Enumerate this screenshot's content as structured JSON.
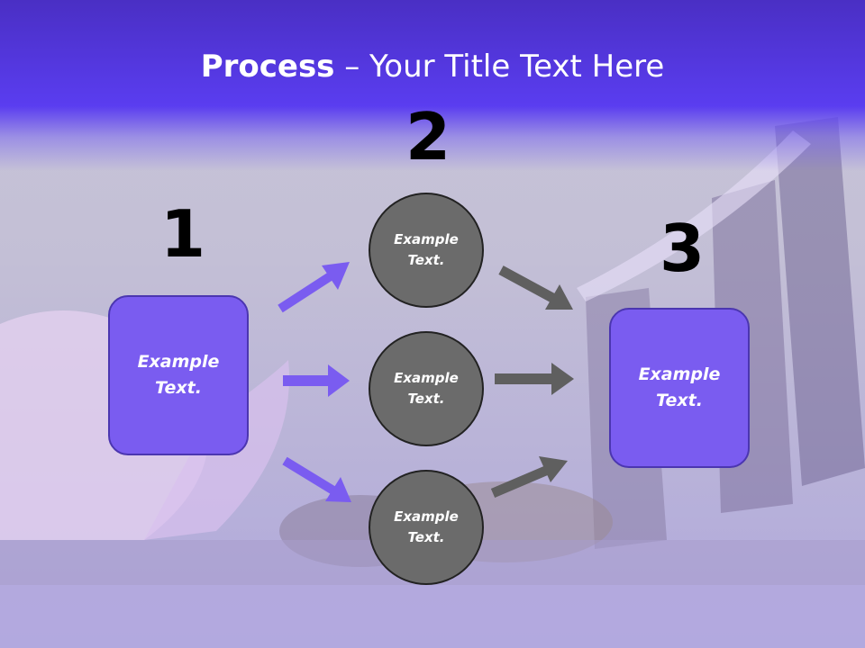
{
  "title": {
    "bold": "Process",
    "rest": " – Your Title Text Here"
  },
  "steps": [
    {
      "number": "1",
      "text": "Example Text."
    },
    {
      "number": "2",
      "text": "Example Text."
    },
    {
      "number": "3",
      "text": "Example Text."
    }
  ],
  "middle_circles": [
    {
      "text": "Example Text."
    },
    {
      "text": "Example Text."
    },
    {
      "text": "Example Text."
    }
  ],
  "colors": {
    "header": "#5a3df0",
    "box_fill": "#7a5cf0",
    "circle_fill": "#6b6b6b",
    "arrow_blue": "#7a5cf0",
    "arrow_gray": "#5f5f5f"
  }
}
